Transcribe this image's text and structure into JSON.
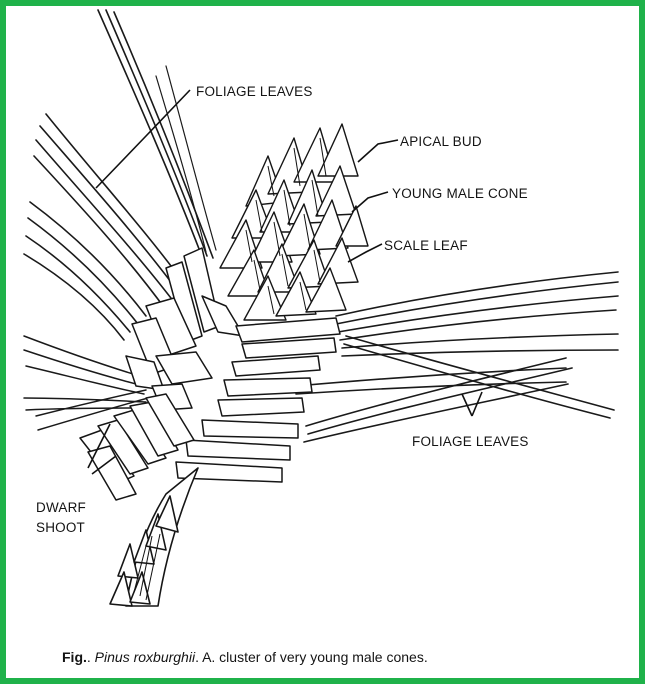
{
  "labels": {
    "foliage_leaves_top": "FOLIAGE LEAVES",
    "apical_bud": "APICAL BUD",
    "young_male_cone": "YOUNG MALE CONE",
    "scale_leaf": "SCALE LEAF",
    "foliage_leaves_bottom": "FOLIAGE LEAVES",
    "dwarf_shoot_line1": "DWARF",
    "dwarf_shoot_line2": "SHOOT"
  },
  "caption": {
    "prefix": "Fig.",
    "sep": ". ",
    "species": "Pinus roxburghii",
    "text": ". A. cluster of very young male cones."
  },
  "colors": {
    "border": "#1fb24a",
    "ink": "#141414"
  }
}
